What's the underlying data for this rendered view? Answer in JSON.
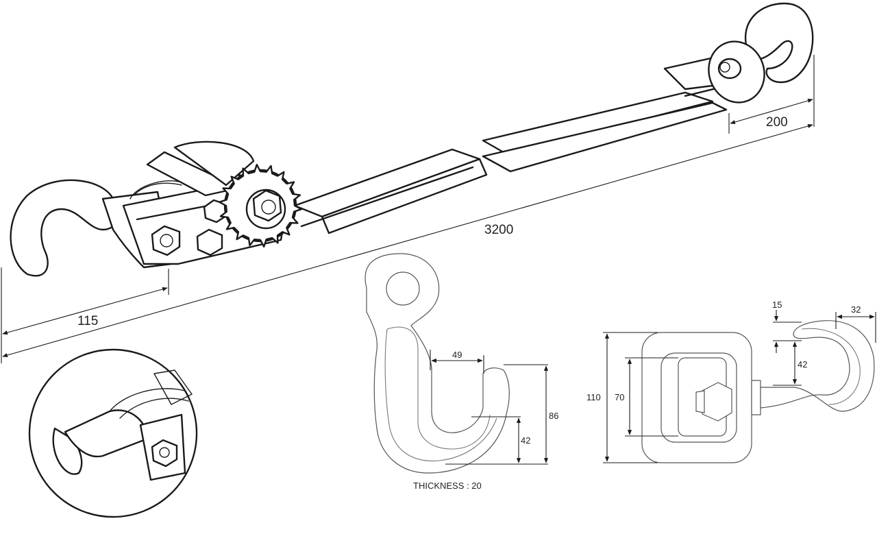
{
  "dimensions": {
    "total_length": "3200",
    "ratchet_hook_offset": "115",
    "end_hook_length": "200"
  },
  "grab_hook": {
    "throat_width": "49",
    "depth": "86",
    "tip_height": "42",
    "thickness_note": "THICKNESS : 20"
  },
  "swivel_hook": {
    "opening": "32",
    "tip_thickness": "15",
    "inner_depth": "42",
    "outer_height": "110",
    "inner_height": "70"
  },
  "icons": [
    "ratchet-hook-icon",
    "ratchet-gear-icon",
    "strap-icon",
    "grab-hook-icon",
    "swivel-hook-icon",
    "detail-magnifier-icon"
  ]
}
